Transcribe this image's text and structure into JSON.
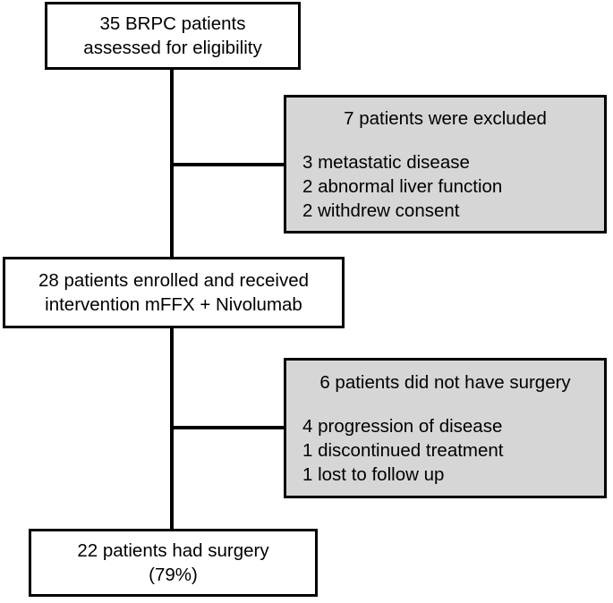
{
  "diagram": {
    "type": "consort-flow-diagram",
    "fill_shaded": "#d6d6d6",
    "fill_plain": "#ffffff",
    "stroke": "#000000",
    "nodes": {
      "assessed": {
        "line1": "35 BRPC patients",
        "line2": "assessed for eligibility"
      },
      "excluded": {
        "header": "7 patients were excluded",
        "items": [
          "3 metastatic disease",
          "2 abnormal liver function",
          "2 withdrew consent"
        ]
      },
      "enrolled": {
        "line1": "28 patients enrolled and received",
        "line2": "intervention mFFX + Nivolumab"
      },
      "no_surgery": {
        "header": "6 patients did not have surgery",
        "items": [
          "4 progression of disease",
          "1 discontinued treatment",
          "1 lost to follow up"
        ]
      },
      "surgery": {
        "line1": "22 patients had surgery",
        "line2": "(79%)"
      }
    }
  }
}
